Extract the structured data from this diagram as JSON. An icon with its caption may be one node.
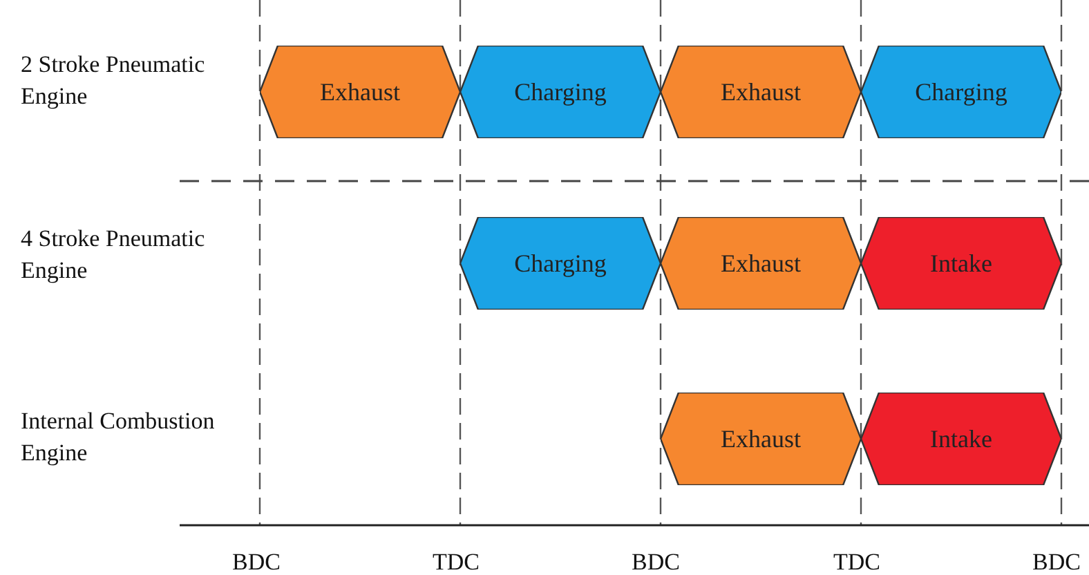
{
  "diagram": {
    "nodes": [
      {
        "text": [
          "Exhaust"
        ]
      },
      {
        "text": [
          "Charging"
        ]
      },
      {
        "text": [
          "Exhaust"
        ]
      },
      {
        "text": [
          "Charging"
        ]
      },
      {
        "text": [
          "Charging"
        ]
      },
      {
        "text": [
          "Exhaust"
        ]
      },
      {
        "text": [
          "Intake"
        ]
      },
      {
        "text": [
          "Exhaust"
        ]
      },
      {
        "text": [
          "Intake"
        ]
      }
    ],
    "labels": [
      "2 Stroke Pneumatic Engine",
      "4 Stroke Pneumatic Engine",
      "Internal Combustion Engine",
      "BDC",
      "TDC",
      "BDC",
      "TDC",
      "BDC"
    ]
  }
}
